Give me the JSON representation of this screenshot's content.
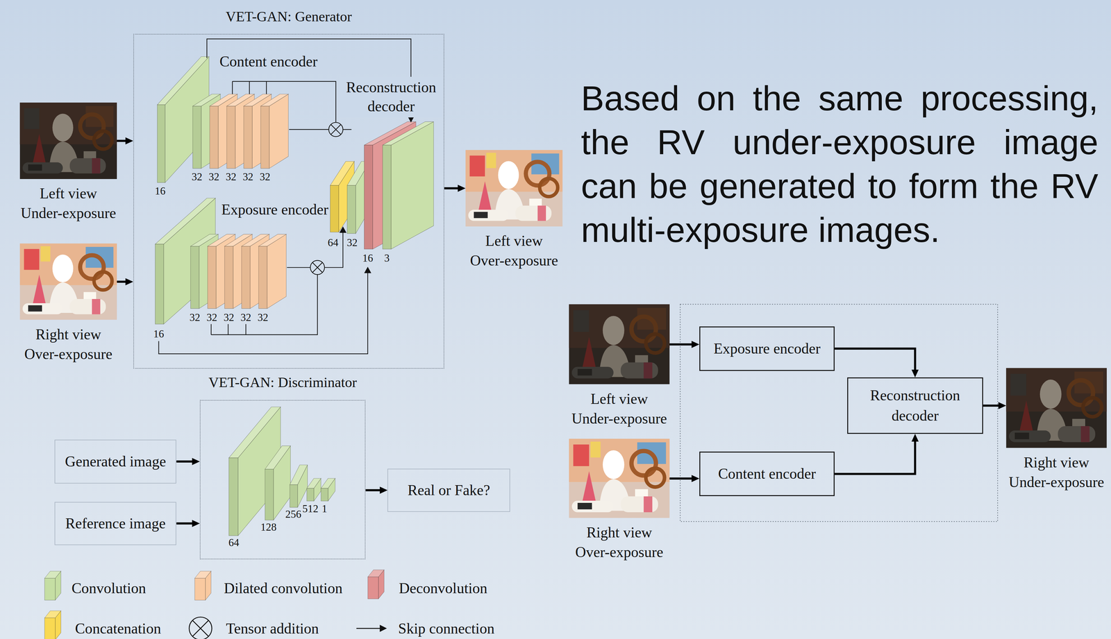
{
  "diagram": {
    "nodes": [
      {
        "text": [
          "VET-GAN: Generator"
        ]
      },
      {
        "text": [
          "Left view Under-exposure"
        ]
      },
      {
        "text": [
          "Right view Over-exposure"
        ]
      },
      {
        "text": [
          "Left view Over-exposure"
        ]
      },
      {
        "text": [
          "VET-GAN: Discriminator"
        ]
      },
      {
        "text": [
          "Generated image"
        ]
      },
      {
        "text": [
          "Reference image"
        ]
      },
      {
        "text": [
          "Real or Fake?"
        ]
      },
      {
        "text": [
          "Left view Under-exposure"
        ]
      },
      {
        "text": [
          "Right view Over-exposure"
        ]
      },
      {
        "text": [
          "Exposure encoder"
        ]
      },
      {
        "text": [
          "Content encoder"
        ]
      },
      {
        "text": [
          "Reconstruction decoder"
        ]
      },
      {
        "text": [
          "Right view Under-exposure"
        ]
      }
    ],
    "edges": [
      {
        "from": 1,
        "to": 0,
        "arrow": "to"
      },
      {
        "from": 2,
        "to": 0,
        "arrow": "to"
      },
      {
        "from": 0,
        "to": 3,
        "arrow": "to"
      },
      {
        "from": 5,
        "to": 4,
        "arrow": "to"
      },
      {
        "from": 6,
        "to": 4,
        "arrow": "to"
      },
      {
        "from": 4,
        "to": 7,
        "arrow": "to"
      },
      {
        "from": 8,
        "to": 10,
        "arrow": "to"
      },
      {
        "from": 9,
        "to": 11,
        "arrow": "to"
      },
      {
        "from": 10,
        "to": 12,
        "arrow": "to"
      },
      {
        "from": 11,
        "to": 12,
        "arrow": "to"
      },
      {
        "from": 12,
        "to": 13,
        "arrow": "to"
      }
    ],
    "labels": [
      "Content encoder",
      "Reconstruction decoder",
      "16",
      "32",
      "32",
      "32",
      "32",
      "32",
      "Exposure encoder",
      "64",
      "32",
      "16",
      "3",
      "16",
      "32",
      "32",
      "32",
      "32",
      "32",
      "64",
      "128",
      "256",
      "512",
      "1",
      "Based on the same processing, the RV under-exposure image can be generated to form the RV multi-exposure images."
    ],
    "legend": [
      {
        "text": "Convolution",
        "color": "#c5dea3"
      },
      {
        "text": "Dilated convolution",
        "color": "#f9c9a0"
      },
      {
        "text": "Deconvolution",
        "color": "#e0908f"
      },
      {
        "text": "Concatenation",
        "color": "#f9d952"
      },
      {
        "text": "Tensor addition"
      },
      {
        "text": "Skip connection"
      }
    ]
  }
}
